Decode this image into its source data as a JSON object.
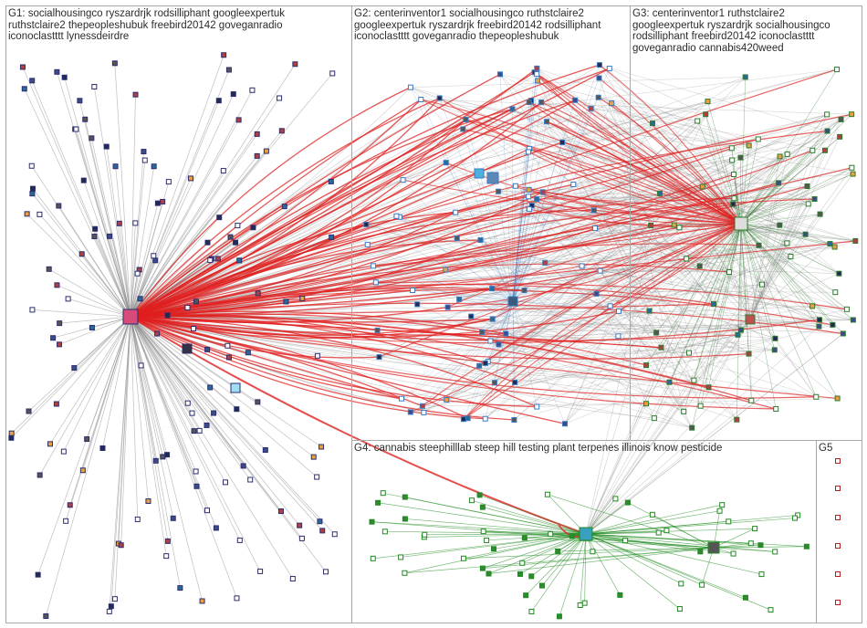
{
  "groups": [
    {
      "id": "G1",
      "label": "G1: socialhousingco ryszardrjk rodsilliphant googleexpertuk\nruthstclaire2 thepeopleshubuk freebird20142 goveganradio\niconoclastttt lynessdeirdre",
      "edge_color": "#2d2d6e"
    },
    {
      "id": "G2",
      "label": "G2: centerinventor1 socialhousingco ruthstclaire2\ngoogleexpertuk ryszardrjk freebird20142 rodsilliphant\niconoclastttt goveganradio thepeopleshubuk",
      "edge_color": "#3a7bbf"
    },
    {
      "id": "G3",
      "label": "G3: centerinventor1 ruthstclaire2\ngoogleexpertuk ryszardrjk socialhousingco\nrodsilliphant freebird20142 iconoclastttt\ngoveganradio cannabis420weed",
      "edge_color": "#2f7a2f"
    },
    {
      "id": "G4",
      "label": "G4: cannabis steephilllab steep hill testing plant terpenes illinois know pesticide",
      "edge_color": "#1e8a1e"
    },
    {
      "id": "G5",
      "label": "G5",
      "edge_color": "#b02020"
    }
  ],
  "colors": {
    "gray_edge": "#8a8a8a",
    "red_edge": "#e02020",
    "box_border": "#a8a8a8"
  }
}
